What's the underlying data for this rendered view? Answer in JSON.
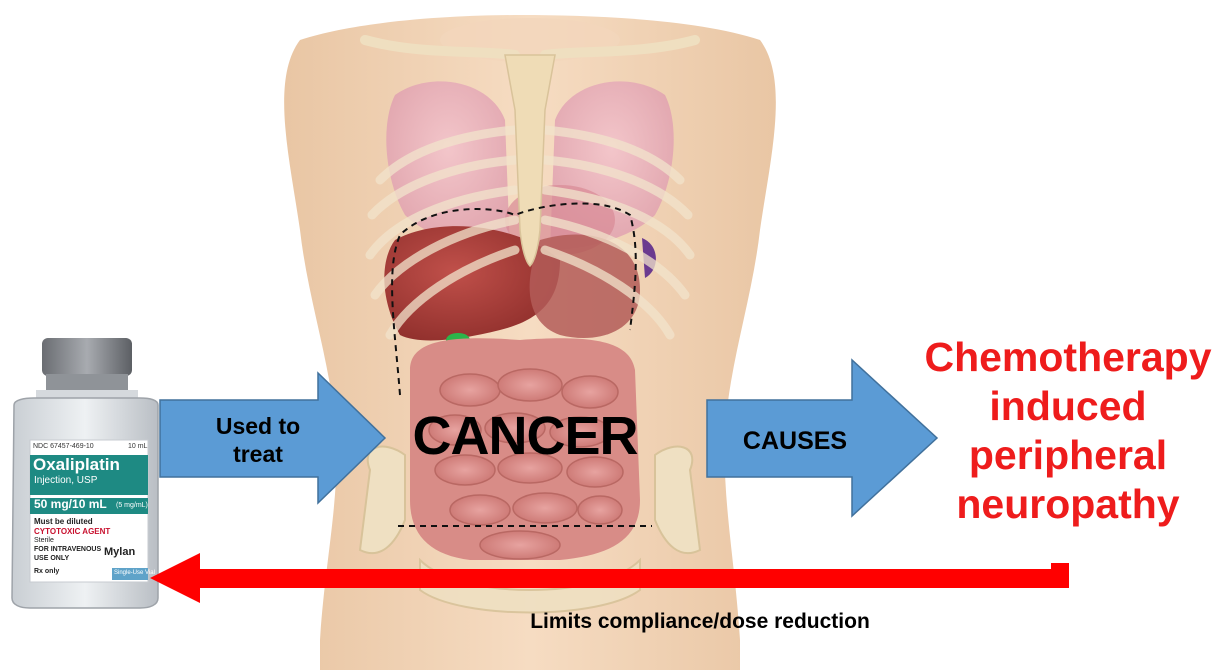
{
  "cancer_label": "CANCER",
  "left_arrow_label_lines": [
    "Used to",
    "treat"
  ],
  "right_arrow_label": "CAUSES",
  "outcome_lines": [
    "Chemotherapy",
    "induced",
    "peripheral",
    "neuropathy"
  ],
  "feedback_label": "Limits compliance/dose reduction",
  "vial": {
    "ndc": "NDC 67457-469-10",
    "volume": "10 mL",
    "drug_name": "Oxaliplatin",
    "subtitle": "Injection, USP",
    "strength": "50 mg/10 mL",
    "concentration": "(5 mg/mL)",
    "note": "Must be diluted",
    "warning": "CYTOTOXIC AGENT",
    "sterile": "Sterile",
    "route": "FOR INTRAVENOUS",
    "use_only": "USE ONLY",
    "rx": "Rx only",
    "maker": "Mylan",
    "single_use": "Single-Use Vial"
  },
  "colors": {
    "blue_arrow": "#5b9bd5",
    "red_arrow": "#ff0000",
    "outcome_text": "#ee1c1c"
  }
}
